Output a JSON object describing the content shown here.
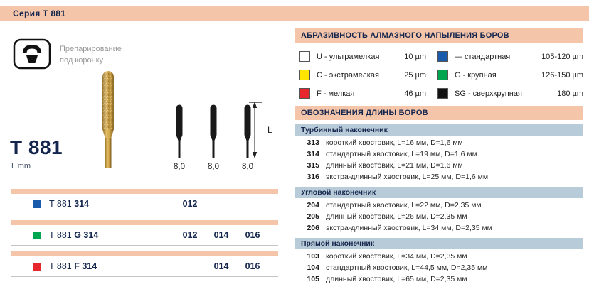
{
  "colors": {
    "salmon": "#f5c5aa",
    "navy": "#14264e",
    "section_band_blue": "#b7ccd8",
    "grit_blue": "#1b5bab",
    "grit_green": "#00a550",
    "grit_red": "#e8262d",
    "grit_yellow": "#ffe500",
    "grit_black": "#111111",
    "grit_white": "#ffffff"
  },
  "header": {
    "series_title": "Серия Т 881"
  },
  "product": {
    "icon_caption_line1": "Препарирование",
    "icon_caption_line2": "под коронку",
    "title": "T 881",
    "unit_label": "L mm",
    "dimension_label": "L",
    "tip_sizes": [
      "8,0",
      "8,0",
      "8,0"
    ]
  },
  "variants": {
    "rows": [
      {
        "color": "#1b5bab",
        "prefix": "T 881",
        "code": "314",
        "d1": "012",
        "d2": "",
        "d3": ""
      },
      {
        "color": "#00a550",
        "prefix": "T 881",
        "code": "G 314",
        "d1": "012",
        "d2": "014",
        "d3": "016"
      },
      {
        "color": "#e8262d",
        "prefix": "T 881",
        "code": "F 314",
        "d1": "",
        "d2": "014",
        "d3": "016"
      }
    ]
  },
  "abrasiveness": {
    "title": "АБРАЗИВНОСТЬ АЛМАЗНОГО НАПЫЛЕНИЯ БОРОВ",
    "items_left": [
      {
        "color": "#ffffff",
        "label": "U - ультрамелкая",
        "value": "10 µm"
      },
      {
        "color": "#ffe500",
        "label": "C - экстрамелкая",
        "value": "25 µm"
      },
      {
        "color": "#e8262d",
        "label": "F - мелкая",
        "value": "46 µm"
      }
    ],
    "items_right": [
      {
        "color": "#1b5bab",
        "label": "— стандартная",
        "value": "105-120 µm"
      },
      {
        "color": "#00a550",
        "label": "G - крупная",
        "value": "126-150 µm"
      },
      {
        "color": "#111111",
        "label": "SG - сверхкрупная",
        "value": "180 µm"
      }
    ]
  },
  "lengths": {
    "title": "ОБОЗНАЧЕНИЯ ДЛИНЫ БОРОВ",
    "sections": [
      {
        "name": "Турбинный наконечник",
        "rows": [
          {
            "code": "313",
            "desc": "короткий хвостовик, L=16 мм, D=1,6 мм"
          },
          {
            "code": "314",
            "desc": "стандартный хвостовик, L=19 мм, D=1,6 мм"
          },
          {
            "code": "315",
            "desc": "длинный хвостовик, L=21 мм, D=1,6 мм"
          },
          {
            "code": "316",
            "desc": "экстра-длинный хвостовик, L=25 мм, D=1,6 мм"
          }
        ]
      },
      {
        "name": "Угловой наконечник",
        "rows": [
          {
            "code": "204",
            "desc": "стандартный хвостовик, L=22 мм, D=2,35 мм"
          },
          {
            "code": "205",
            "desc": "длинный хвостовик, L=26 мм, D=2,35 мм"
          },
          {
            "code": "206",
            "desc": "экстра-длинный хвостовик, L=34 мм, D=2,35 мм"
          }
        ]
      },
      {
        "name": "Прямой наконечник",
        "rows": [
          {
            "code": "103",
            "desc": "короткий хвостовик, L=34 мм, D=2,35 мм"
          },
          {
            "code": "104",
            "desc": "стандартный хвостовик, L=44,5 мм, D=2,35 мм"
          },
          {
            "code": "105",
            "desc": "длинный хвостовик, L=65 мм, D=2,35 мм"
          }
        ]
      }
    ]
  }
}
